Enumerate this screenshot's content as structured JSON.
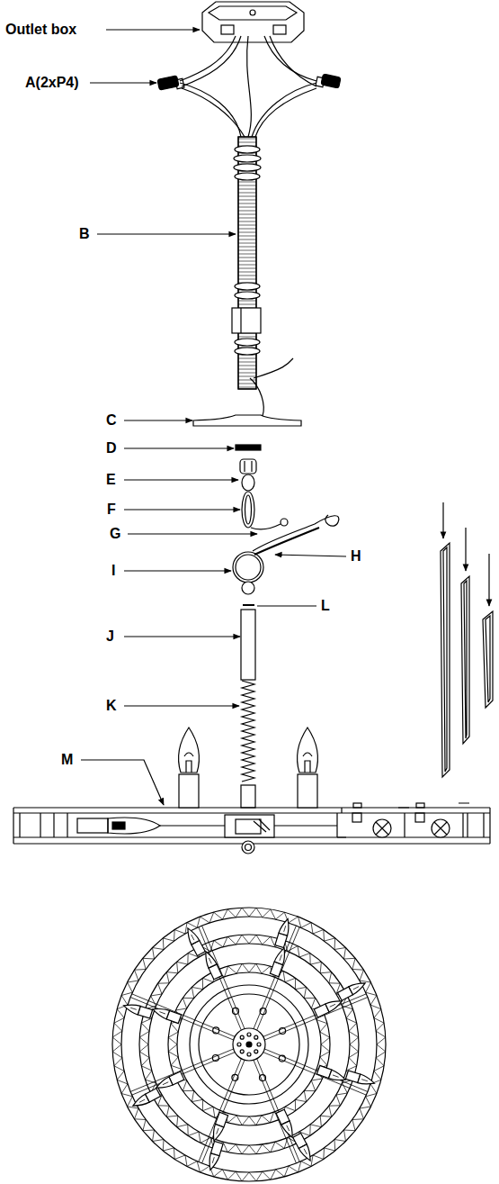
{
  "diagram": {
    "labels": [
      "Outlet box",
      "A(2xP4)",
      "B",
      "C",
      "D",
      "E",
      "F",
      "G",
      "H",
      "I",
      "L",
      "J",
      "K",
      "M"
    ]
  }
}
